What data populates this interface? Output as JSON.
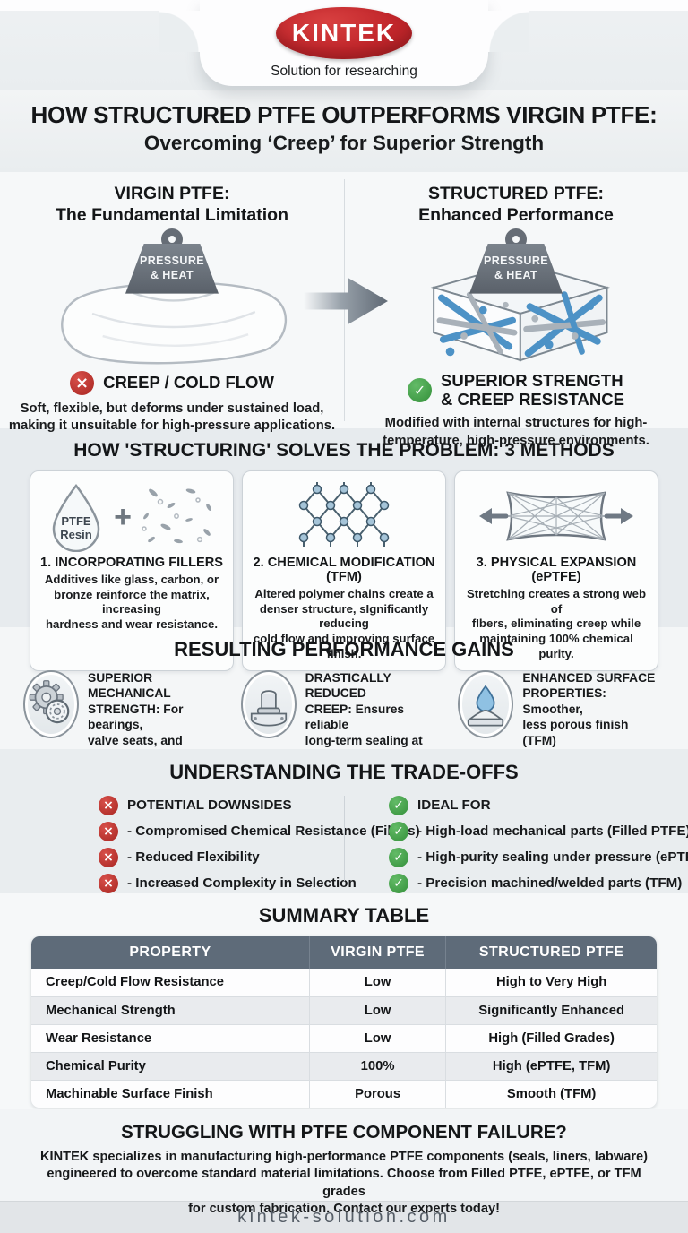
{
  "header": {
    "brand": "KINTEK",
    "tagline": "Solution for researching"
  },
  "title": {
    "line1": "HOW STRUCTURED PTFE OUTPERFORMS VIRGIN PTFE:",
    "line2": "Overcoming ‘Creep’ for Superior Strength"
  },
  "icons": {
    "cross": "×",
    "check": "✓",
    "plus": "+"
  },
  "comparison": {
    "left": {
      "title_line1": "VIRGIN PTFE:",
      "title_line2": "The Fundamental Limitation",
      "weight_line1": "PRESSURE",
      "weight_line2": "& HEAT",
      "verdict": "CREEP / COLD FLOW",
      "body": "Soft, flexible, but deforms under sustained load,\nmaking it unsuitable for high-pressure applications."
    },
    "right": {
      "title_line1": "STRUCTURED PTFE:",
      "title_line2": "Enhanced Performance",
      "weight_line1": "PRESSURE",
      "weight_line2": "& HEAT",
      "verdict_line1": "SUPERIOR STRENGTH",
      "verdict_line2": "& CREEP RESISTANCE",
      "body": "Modified with internal structures for high-\ntemperature, high-pressure environments."
    }
  },
  "methods": {
    "heading": "HOW 'STRUCTURING' SOLVES THE PROBLEM: 3 METHODS",
    "cards": [
      {
        "icon": "ptfe-resin-plus-fillers-icon",
        "droplet_line1": "PTFE",
        "droplet_line2": "Resin",
        "title": "1. INCORPORATING FILLERS",
        "body": "Additives like glass, carbon, or\nbronze reinforce the matrix, increasing\nhardness and wear resistance."
      },
      {
        "icon": "molecular-lattice-icon",
        "title": "2. CHEMICAL MODIFICATION (TFM)",
        "body": "Altered polymer chains create a\ndenser structure, sIgnificantly reducing\ncold flow and improving surface finish."
      },
      {
        "icon": "stretched-web-icon",
        "title": "3. PHYSICAL EXPANSION (ePTFE)",
        "body": "Stretching creates a strong web of\nfIbers, eliminating creep while\nmaintaining 100% chemical purity."
      }
    ]
  },
  "gains": {
    "heading": "RESULTING PERFORMANCE GAINS",
    "items": [
      {
        "icon": "gear-bearing-icon",
        "text": "SUPERIOR MECHANICAL\nSTRENGTH: For bearings,\nvalve seats, and\nhigh-pressure seals."
      },
      {
        "icon": "flange-seal-icon",
        "text": "DRASTICALLY REDUCED\nCREEP: Ensures reliable\nlong-term sealing at\nelevated temps & pressures."
      },
      {
        "icon": "surface-droplet-icon",
        "text": "ENHANCED SURFACE\nPROPERTIES: Smoother,\nless porous finish (TFM)\nfor high-purity applications."
      }
    ]
  },
  "tradeoffs": {
    "heading": "UNDERSTANDING THE TRADE-OFFS",
    "downsides": {
      "title": "POTENTIAL DOWNSIDES",
      "items": [
        "- Compromised Chemical Resistance (Fillers)",
        "- Reduced Flexibility",
        "- Increased Complexity in Selection"
      ]
    },
    "ideal_for": {
      "title": "IDEAL FOR",
      "items": [
        "- High-load mechanical parts (Filled PTFE)",
        "- High-purity sealing under pressure (ePTFE)",
        "- Precision machined/welded parts (TFM)"
      ]
    }
  },
  "summary": {
    "heading": "SUMMARY TABLE",
    "table": {
      "headers": [
        "PROPERTY",
        "VIRGIN PTFE",
        "STRUCTURED PTFE"
      ],
      "rows": [
        [
          "Creep/Cold Flow Resistance",
          "Low",
          "High to Very High"
        ],
        [
          "Mechanical Strength",
          "Low",
          "Significantly Enhanced"
        ],
        [
          "Wear Resistance",
          "Low",
          "High (Filled Grades)"
        ],
        [
          "Chemical Purity",
          "100%",
          "High (ePTFE, TFM)"
        ],
        [
          "Machinable Surface Finish",
          "Porous",
          "Smooth (TFM)"
        ]
      ]
    }
  },
  "cta": {
    "heading": "STRUGGLING WITH PTFE COMPONENT FAILURE?",
    "body": "KINTEK specializes in manufacturing high-performance PTFE components (seals, liners, labware)\nengineered to overcome standard material limitations. Choose from Filled PTFE, ePTFE, or TFM grades\nfor custom fabrication. Contact our experts today!"
  },
  "footer": {
    "url": "kintek-solution.com"
  },
  "colors": {
    "brand_red": "#c1262b",
    "negative_red": "#b9332d",
    "positive_green": "#47a44b",
    "table_header_slate": "#5e6b79",
    "fiber_blue": "#4d92c6",
    "weight_gray": "#666d76"
  }
}
